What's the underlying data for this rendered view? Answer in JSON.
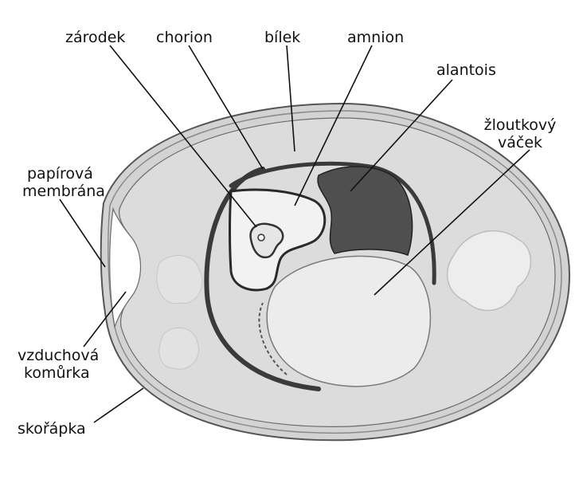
{
  "labels": {
    "zarodek": "zárodek",
    "chorion": "chorion",
    "bilek": "bílek",
    "amnion": "amnion",
    "alantois": "alantois",
    "zloutkovy_1": "žloutkový",
    "zloutkovy_2": "váček",
    "papirova_1": "papírová",
    "papirova_2": "membrána",
    "vzduchova_1": "vzduchová",
    "vzduchova_2": "komůrka",
    "skorapka": "skořápka"
  },
  "colors": {
    "shell": "#c4c4c4",
    "albumen": "#dadada",
    "yolk_sac": "#e9e9e9",
    "allantois": "#4a4a4a",
    "membrane": "#2e2e2e"
  }
}
